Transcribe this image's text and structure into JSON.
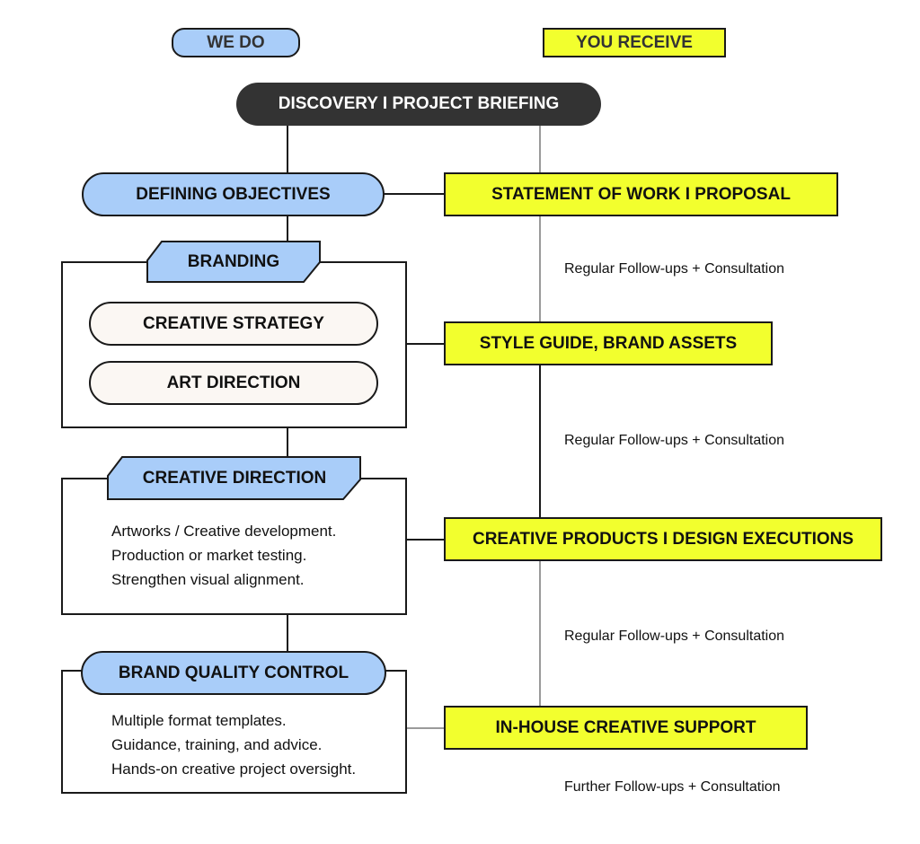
{
  "headers": {
    "we_do": "WE DO",
    "you_receive": "YOU RECEIVE"
  },
  "discovery": "DISCOVERY I PROJECT BRIEFING",
  "left": {
    "defining_objectives": "DEFINING OBJECTIVES",
    "branding": {
      "title": "BRANDING",
      "items": [
        "CREATIVE STRATEGY",
        "ART DIRECTION"
      ]
    },
    "creative_direction": {
      "title": "CREATIVE DIRECTION",
      "lines": [
        "Artworks / Creative development.",
        "Production or market testing.",
        "Strengthen visual alignment."
      ]
    },
    "quality_control": {
      "title": "BRAND QUALITY CONTROL",
      "lines": [
        "Multiple format templates.",
        "Guidance, training, and advice.",
        "Hands-on creative project oversight."
      ]
    }
  },
  "right": {
    "deliverables": [
      "STATEMENT OF WORK I PROPOSAL",
      "STYLE GUIDE, BRAND ASSETS",
      "CREATIVE PRODUCTS I DESIGN EXECUTIONS",
      "IN-HOUSE CREATIVE SUPPORT"
    ],
    "notes": [
      "Regular Follow-ups + Consultation",
      "Regular Follow-ups + Consultation",
      "Regular Follow-ups + Consultation",
      "Further Follow-ups + Consultation"
    ]
  },
  "colors": {
    "blue": "#a9cdf9",
    "yellow": "#f2ff2e",
    "dark": "#333333",
    "cream": "#fbf7f3"
  }
}
